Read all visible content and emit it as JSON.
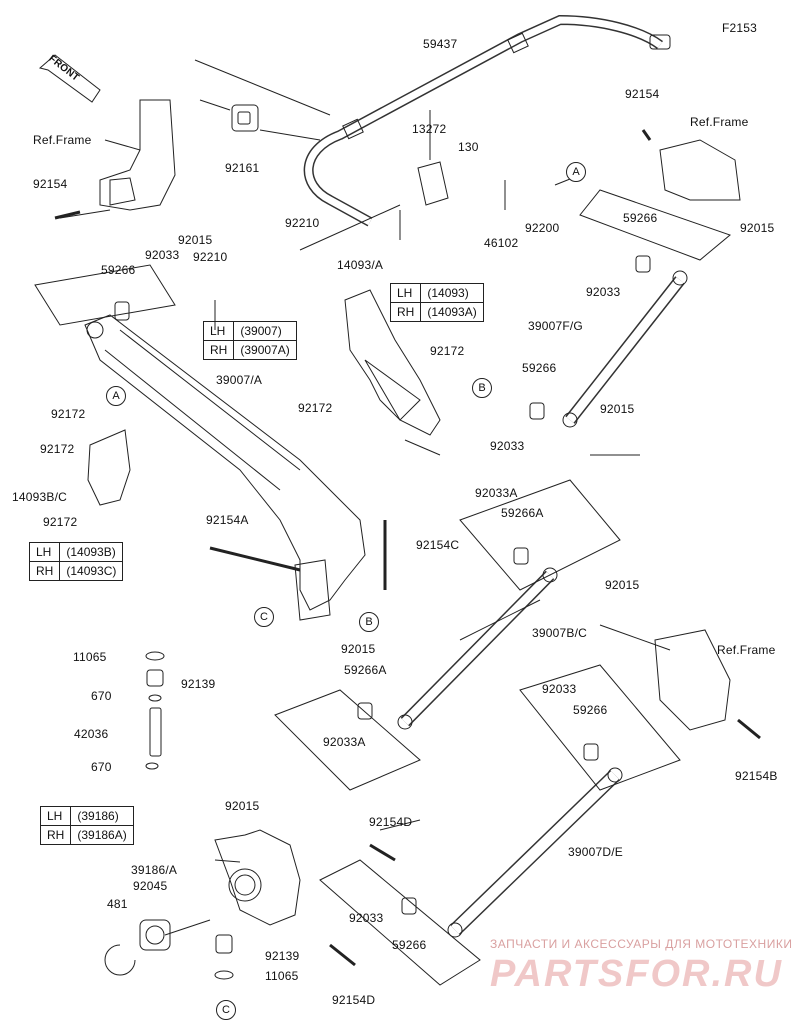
{
  "diagram_code": "F2153",
  "front_label": "FRONT",
  "labels": {
    "p59437": "59437",
    "ref_frame_left": "Ref.Frame",
    "p92161": "92161",
    "p13272": "13272",
    "p130": "130",
    "p92154_left": "92154",
    "p92015_a": "92015",
    "p92033_a": "92033",
    "p92210_a": "92210",
    "p92210_b": "92210",
    "p59266_a": "59266",
    "p46102": "46102",
    "p92200": "92200",
    "p92154_right": "92154",
    "ref_frame_right": "Ref.Frame",
    "p92015_b": "92015",
    "p59266_b": "59266",
    "p92033_b": "92033",
    "p39007fg": "39007F/G",
    "p14093a": "14093/A",
    "p92172_a": "92172",
    "p92172_b": "92172",
    "p39007a": "39007/A",
    "p59266_c": "59266",
    "p92015_c": "92015",
    "p92033_c": "92033",
    "p92172_c": "92172",
    "p92172_d": "92172",
    "p14093bc": "14093B/C",
    "p92172_e": "92172",
    "p92033a_a": "92033A",
    "p59266a_a": "59266A",
    "p92154a": "92154A",
    "p92154c": "92154C",
    "p92015_d": "92015",
    "p11065_a": "11065",
    "p92139_a": "92139",
    "p670_a": "670",
    "p42036": "42036",
    "p670_b": "670",
    "p39007bc": "39007B/C",
    "p92015_e": "92015",
    "ref_frame_right2": "Ref.Frame",
    "p59266a_b": "59266A",
    "p92033a_b": "92033A",
    "p92033_d": "92033",
    "p59266_d": "59266",
    "p92154b": "92154B",
    "p92015_f": "92015",
    "p92154d_a": "92154D",
    "p39186a": "39186/A",
    "p92045": "92045",
    "p39007de": "39007D/E",
    "p481": "481",
    "p92033_e": "92033",
    "p59266_e": "59266",
    "p92139_b": "92139",
    "p11065_b": "11065",
    "p92154d_b": "92154D"
  },
  "tables": {
    "t14093": {
      "lh_key": "LH",
      "lh_val": "(14093)",
      "rh_key": "RH",
      "rh_val": "(14093A)"
    },
    "t39007": {
      "lh_key": "LH",
      "lh_val": "(39007)",
      "rh_key": "RH",
      "rh_val": "(39007A)"
    },
    "t14093b": {
      "lh_key": "LH",
      "lh_val": "(14093B)",
      "rh_key": "RH",
      "rh_val": "(14093C)"
    },
    "t39186": {
      "lh_key": "LH",
      "lh_val": "(39186)",
      "rh_key": "RH",
      "rh_val": "(39186A)"
    }
  },
  "callouts": {
    "A1": "A",
    "A2": "A",
    "B1": "B",
    "B2": "B",
    "C1": "C",
    "C2": "C"
  },
  "watermark": {
    "line1": "ЗАПЧАСТИ И АКСЕССУАРЫ ДЛЯ МОТОТЕХНИКИ",
    "line2": "PARTSFOR.RU"
  }
}
